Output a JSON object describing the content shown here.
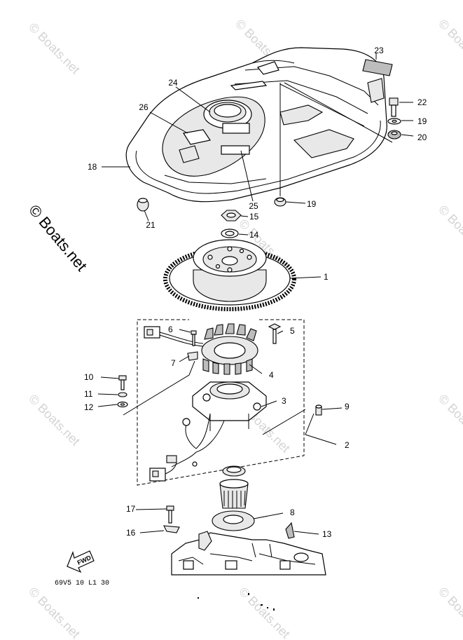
{
  "watermark": "© Boats.net",
  "side_watermark": "© Boats.net",
  "diagram_code": "69V5 10 L1 30",
  "fwd_label": "FWD",
  "callouts": {
    "c1": "1",
    "c2": "2",
    "c3": "3",
    "c4": "4",
    "c5": "5",
    "c6": "6",
    "c7": "7",
    "c8": "8",
    "c9": "9",
    "c10": "10",
    "c11": "11",
    "c12": "12",
    "c13": "13",
    "c14": "14",
    "c15": "15",
    "c16": "16",
    "c17": "17",
    "c18": "18",
    "c19a": "19",
    "c19b": "19",
    "c20": "20",
    "c21": "21",
    "c22": "22",
    "c23": "23",
    "c24": "24",
    "c25": "25",
    "c26": "26"
  }
}
